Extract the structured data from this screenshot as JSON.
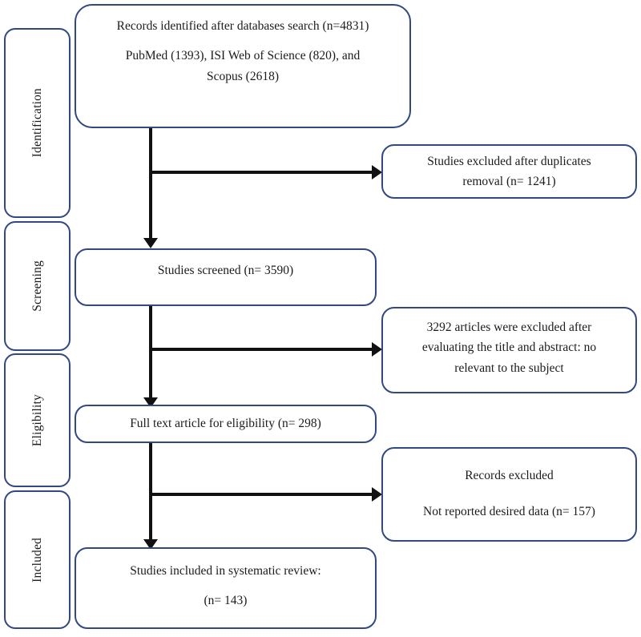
{
  "diagram": {
    "title": "PRISMA study selection flow diagram",
    "accent_border_color": "#31497f",
    "connector_color": "#111111",
    "background_color": "#ffffff"
  },
  "stages": [
    {
      "label": "Identification"
    },
    {
      "label": "Screening"
    },
    {
      "label": "Eligibility"
    },
    {
      "label": "Included"
    }
  ],
  "flow": {
    "identification": {
      "line1": "Records identified after databases search (n=4831)",
      "line2": "PubMed (1393), ISI Web of Science (820), and",
      "line3": "Scopus (2618)"
    },
    "screened": {
      "line1": "Studies screened (n= 3590)"
    },
    "eligibility": {
      "line1": "Full text article for eligibility (n= 298)"
    },
    "included": {
      "line1": "Studies included in systematic review:",
      "line2": "(n= 143)"
    }
  },
  "exclusions": {
    "duplicates": {
      "line1": "Studies excluded after duplicates",
      "line2": "removal (n= 1241)"
    },
    "title_abstract": {
      "line1": "3292 articles were excluded after",
      "line2": "evaluating the title and abstract: no",
      "line3": "relevant to the subject"
    },
    "no_data": {
      "line1": "Records excluded",
      "line2": "Not reported desired data (n= 157)"
    }
  },
  "chart_data": {
    "type": "diagram",
    "diagram_type": "prisma-flow",
    "title": "PRISMA study selection flow diagram",
    "nodes": [
      {
        "id": "identified",
        "stage": "Identification",
        "label": "Records identified after databases search",
        "n": 4831,
        "sources": [
          {
            "name": "PubMed",
            "n": 1393
          },
          {
            "name": "ISI Web of Science",
            "n": 820
          },
          {
            "name": "Scopus",
            "n": 2618
          }
        ]
      },
      {
        "id": "duplicates_excluded",
        "stage": "Identification",
        "label": "Studies excluded after duplicates removal",
        "n": 1241,
        "kind": "exclusion"
      },
      {
        "id": "screened",
        "stage": "Screening",
        "label": "Studies screened",
        "n": 3590
      },
      {
        "id": "title_abstract_excluded",
        "stage": "Screening",
        "label": "Articles excluded after evaluating the title and abstract: no relevant to the subject",
        "n": 3292,
        "kind": "exclusion"
      },
      {
        "id": "full_text",
        "stage": "Eligibility",
        "label": "Full text article for eligibility",
        "n": 298
      },
      {
        "id": "no_data_excluded",
        "stage": "Eligibility",
        "label": "Records excluded — Not reported desired data",
        "n": 157,
        "kind": "exclusion"
      },
      {
        "id": "included",
        "stage": "Included",
        "label": "Studies included in systematic review",
        "n": 143
      }
    ],
    "edges": [
      {
        "from": "identified",
        "to": "duplicates_excluded",
        "direction": "right"
      },
      {
        "from": "identified",
        "to": "screened",
        "direction": "down"
      },
      {
        "from": "screened",
        "to": "title_abstract_excluded",
        "direction": "right"
      },
      {
        "from": "screened",
        "to": "full_text",
        "direction": "down"
      },
      {
        "from": "full_text",
        "to": "no_data_excluded",
        "direction": "right"
      },
      {
        "from": "full_text",
        "to": "included",
        "direction": "down"
      }
    ]
  }
}
